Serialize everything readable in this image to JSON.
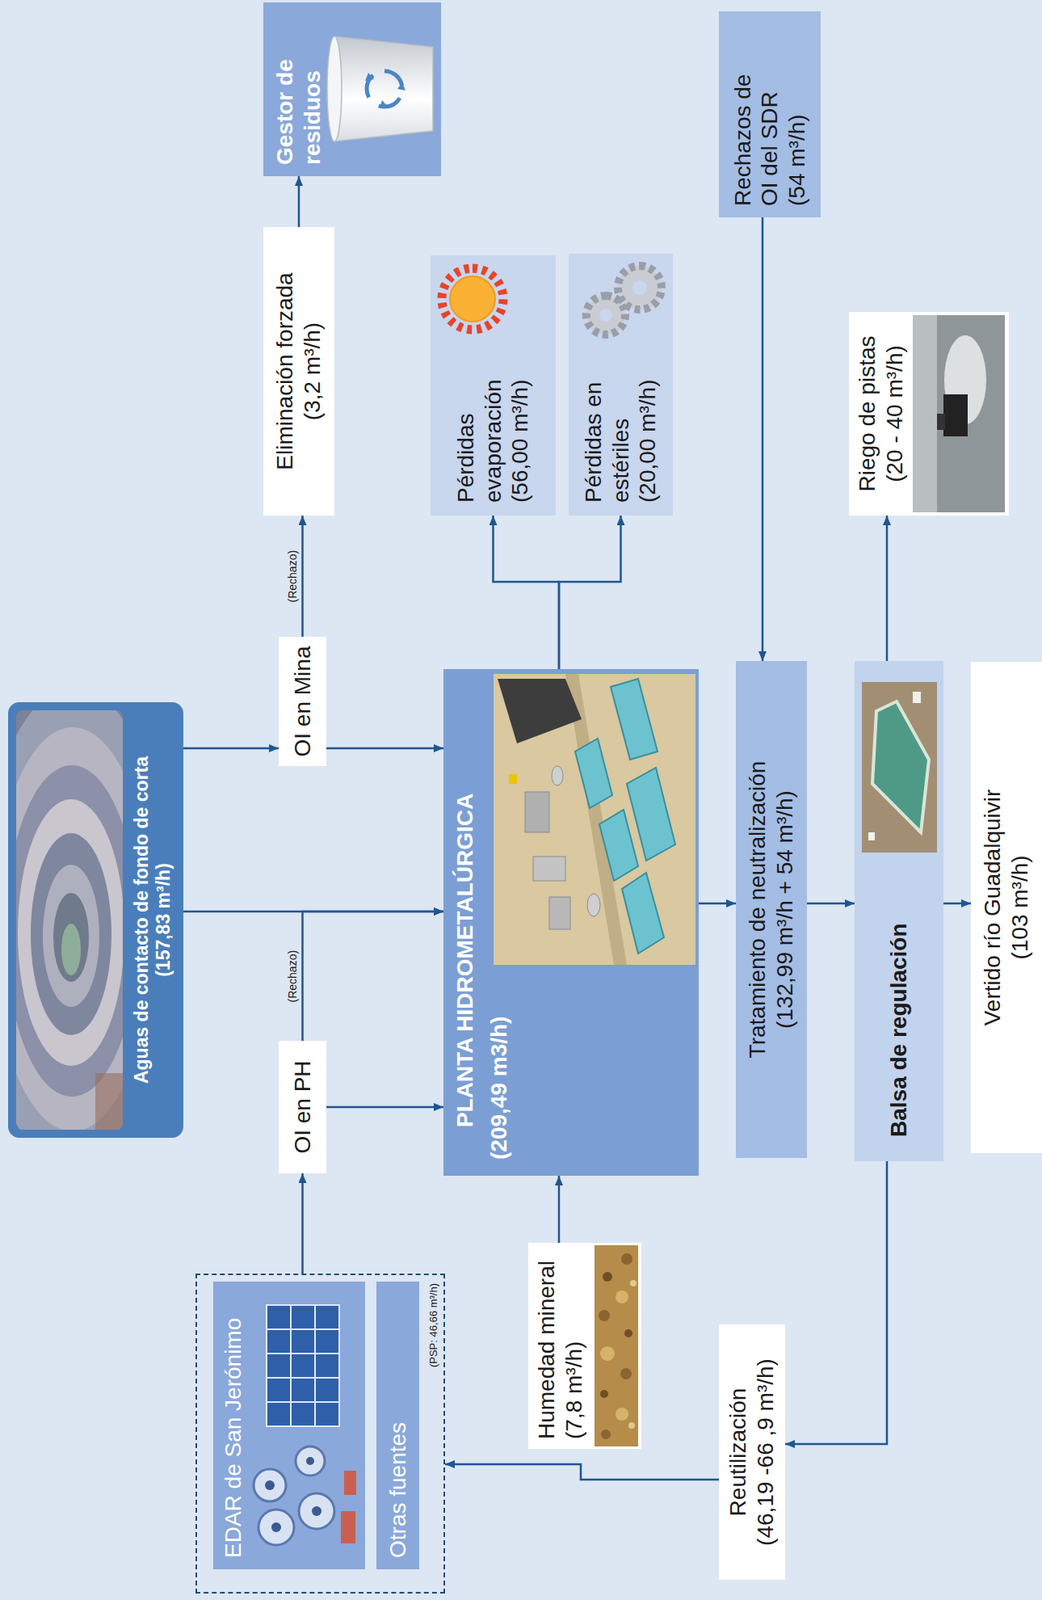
{
  "diagram": {
    "nodes": [
      {
        "text": [
          "(PSP: 46,66 m³/h)"
        ]
      },
      {
        "text": [
          "EDAR de San Jerónimo"
        ],
        "in": 0
      },
      {
        "text": [
          "Otras fuentes"
        ],
        "in": 0
      },
      {
        "text": [
          "Aguas de contacto de fondo de corta (157,83 m³/h)"
        ]
      },
      {
        "text": [
          "OI en PH"
        ]
      },
      {
        "text": [
          "OI en Mina"
        ]
      },
      {
        "text": [
          "Eliminación forzada (3,2 m³/h)"
        ]
      },
      {
        "text": [
          "Gestor de residuos"
        ]
      },
      {
        "text": [
          "Pérdidas evaporación (56,00 m³/h)"
        ]
      },
      {
        "text": [
          "Pérdidas en estériles (20,00 m³/h)"
        ]
      },
      {
        "text": [
          "PLANTA HIDROMETALÚRGICA",
          "(209,49 m3/h)"
        ]
      },
      {
        "text": [
          "Humedad mineral (7,8 m³/h)"
        ]
      },
      {
        "text": [
          "Rechazos de OI del SDR (54 m³/h)"
        ]
      },
      {
        "text": [
          "Reutilización (46,19 -66 ,9 m³/h)"
        ]
      },
      {
        "text": [
          "Tratamiento de neutralización (132,99 m³/h + 54 m³/h)"
        ]
      },
      {
        "text": [
          "Riego de pistas (20 - 40 m³/h)"
        ]
      },
      {
        "text": [
          "Balsa de regulación"
        ]
      },
      {
        "text": [
          "Vertido río Guadalquivir (103 m³/h)"
        ]
      }
    ],
    "edges": [
      {
        "from": 0,
        "to": 4,
        "arrow": "to"
      },
      {
        "from": 3,
        "to": 5,
        "arrow": "to"
      },
      {
        "from": 3,
        "to": 10,
        "arrow": "to"
      },
      {
        "from": 4,
        "to": 10,
        "arrow": "to"
      },
      {
        "from": 4,
        "to": 10,
        "label": "(Rechazo)",
        "arrow": "to"
      },
      {
        "from": 5,
        "to": 10,
        "arrow": "to"
      },
      {
        "from": 5,
        "to": 6,
        "label": "(Rechazo)",
        "arrow": "to"
      },
      {
        "from": 6,
        "to": 7,
        "arrow": "to"
      },
      {
        "from": 10,
        "to": 8,
        "arrow": "to"
      },
      {
        "from": 10,
        "to": 9,
        "arrow": "to"
      },
      {
        "from": 11,
        "to": 10,
        "arrow": "to"
      },
      {
        "from": 10,
        "to": 14,
        "arrow": "to"
      },
      {
        "from": 12,
        "to": 14,
        "arrow": "to"
      },
      {
        "from": 14,
        "to": 16,
        "arrow": "to"
      },
      {
        "from": 16,
        "to": 17,
        "arrow": "to"
      },
      {
        "from": 16,
        "to": 15,
        "arrow": "to"
      },
      {
        "from": 16,
        "to": 13,
        "arrow": "to"
      },
      {
        "from": 13,
        "to": 0,
        "arrow": "to"
      }
    ]
  }
}
